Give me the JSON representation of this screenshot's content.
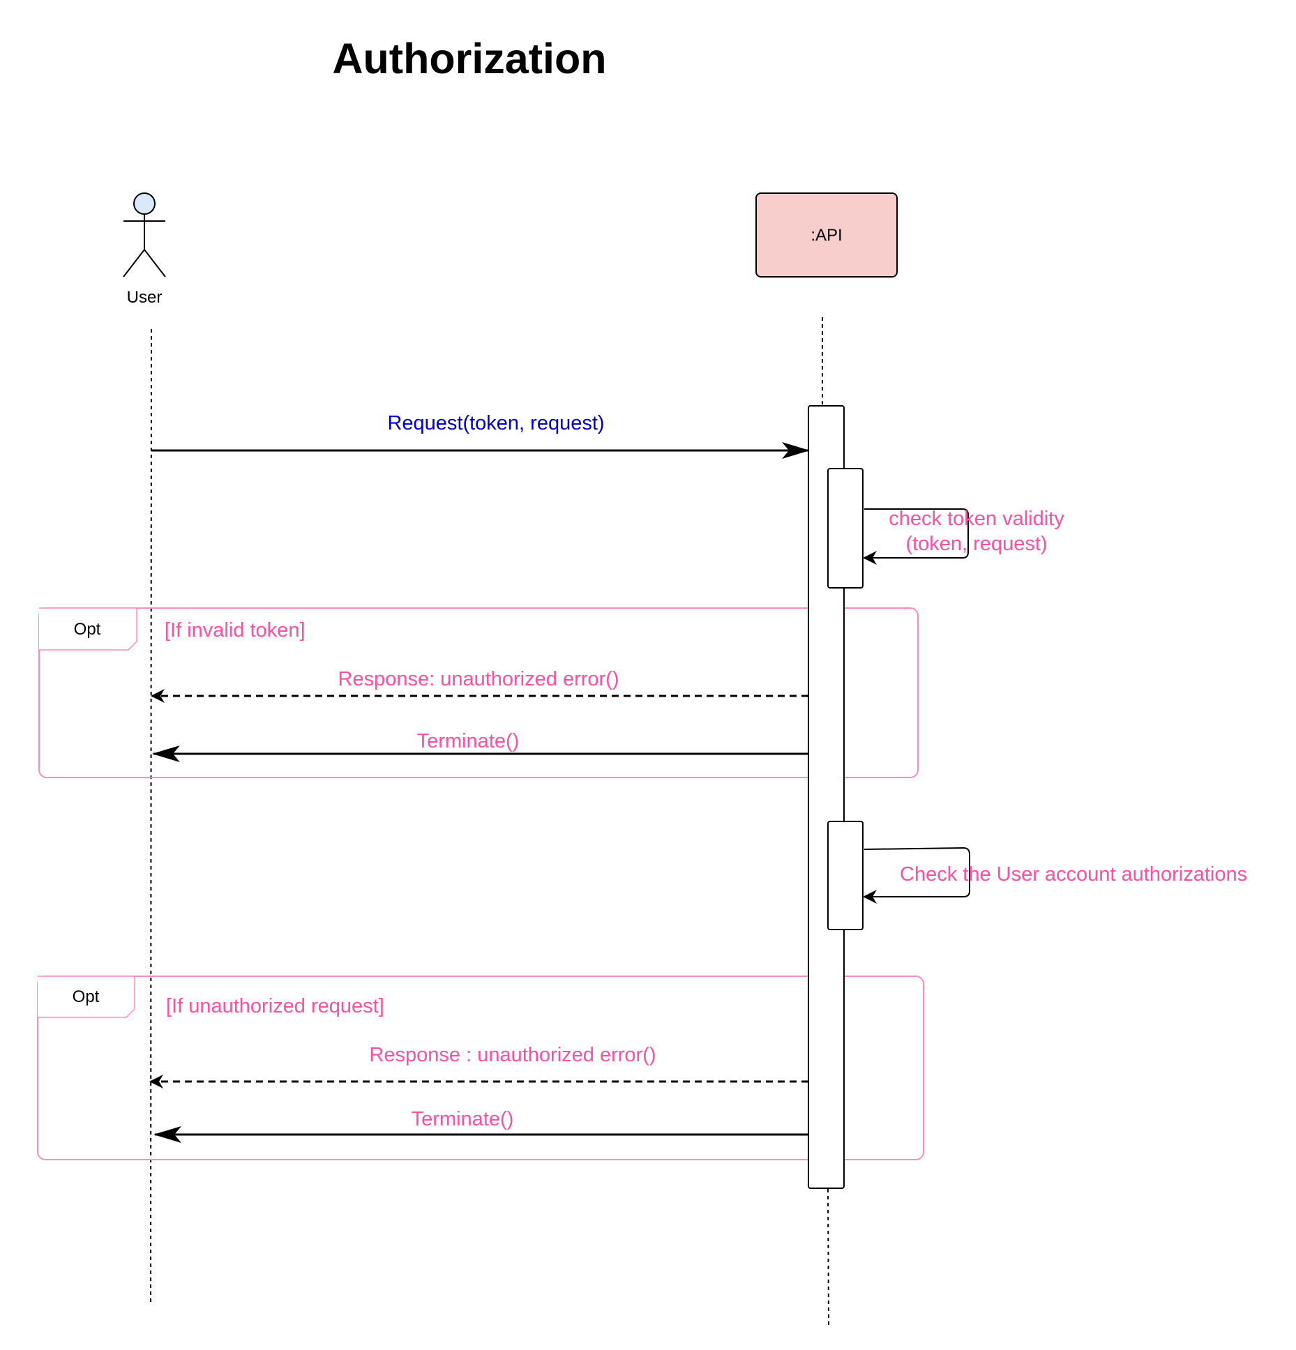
{
  "title": "Authorization",
  "participants": {
    "user": {
      "label": "User"
    },
    "api": {
      "label": ":API"
    }
  },
  "messages": {
    "request": "Request(token, request)",
    "check_token_line1": "check token validity",
    "check_token_line2": "(token, request)",
    "opt1_response": "Response: unauthorized error()",
    "opt1_terminate": "Terminate()",
    "check_authorizations": "Check the User account authorizations",
    "opt2_response": "Response : unauthorized error()",
    "opt2_terminate": "Terminate()"
  },
  "fragments": {
    "opt1": {
      "operator": "Opt",
      "guard": "[If invalid token]"
    },
    "opt2": {
      "operator": "Opt",
      "guard": "[If unauthorized request]"
    }
  },
  "colors": {
    "api_box_fill": "#f8cecc",
    "actor_head_fill": "#dae8fc",
    "fragment_border": "#ff8ac4",
    "pink_text": "#ff4fa3",
    "blue_text": "#0000cc",
    "line": "#000000"
  }
}
